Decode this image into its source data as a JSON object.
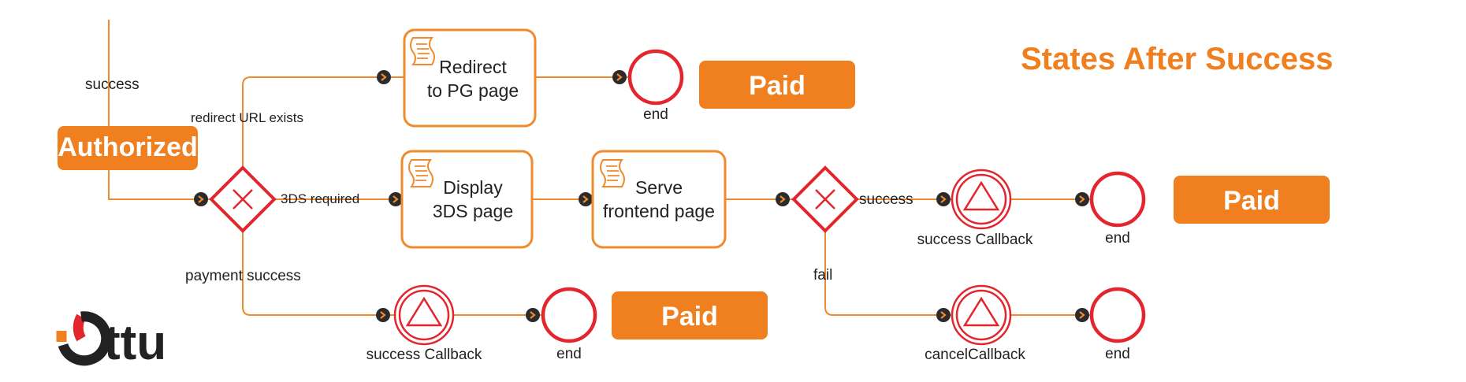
{
  "title": "States After Success",
  "logo": {
    "text": "ttu",
    "letter_mark": "O"
  },
  "states": {
    "authorized": "Authorized",
    "paid_redirect": "Paid",
    "paid_3ds": "Paid",
    "paid_direct": "Paid"
  },
  "tasks": {
    "redirect": [
      "Redirect",
      "to PG page"
    ],
    "display_3ds": [
      "Display",
      "3DS page"
    ],
    "serve_frontend": [
      "Serve",
      "frontend page"
    ]
  },
  "flow_labels": {
    "success_in": "success",
    "redirect_url_exists": "redirect URL exists",
    "three_ds_required": "3DS required",
    "payment_success": "payment success",
    "success_out": "success",
    "fail": "fail"
  },
  "events": {
    "end_redirect": "end",
    "success_callback_3ds": "success Callback",
    "end_3ds_success": "end",
    "success_callback_direct": "success Callback",
    "end_direct": "end",
    "cancel_callback": "cancelCallback",
    "end_cancel": "end"
  },
  "colors": {
    "accent": "#f07f1f",
    "flow": "#f08a2c",
    "event_red": "#e3262d",
    "marker": "#2b2b2b",
    "logo_red": "#e3262d"
  }
}
